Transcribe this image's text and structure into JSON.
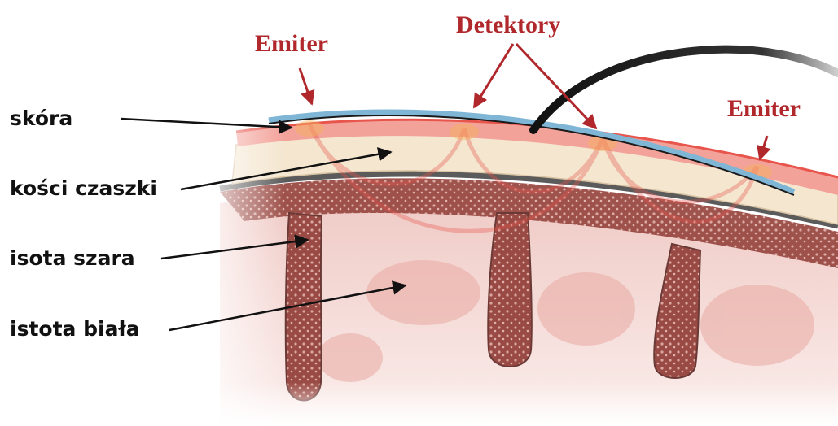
{
  "labels": {
    "emitter_left": "Emiter",
    "detectors": "Detektory",
    "emitter_right": "Emiter",
    "skin": "skóra",
    "skull": "kości czaszki",
    "grey_matter": "isota szara",
    "white_matter": "istota biała"
  },
  "colors": {
    "label_red": "#b0282c",
    "label_black": "#111111",
    "probe_blue": "#7fb6d6",
    "cable": "#1a1a1a",
    "skin_red": "#e8554d",
    "grey_matter": "#a8554e",
    "white_matter": "#f3d6d2"
  }
}
